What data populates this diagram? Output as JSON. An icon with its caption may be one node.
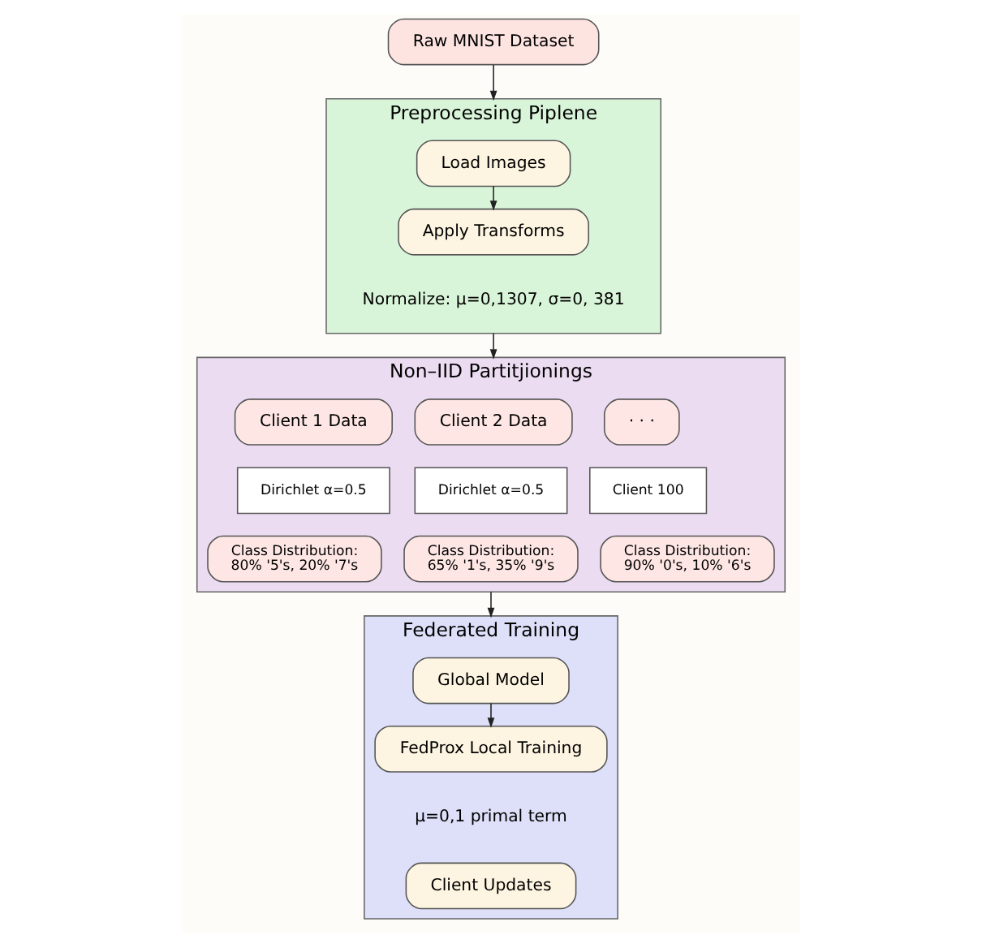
{
  "diagram": {
    "nodes": [
      {
        "text": [
          "Raw MNIST Dataset"
        ]
      },
      {
        "text": [
          "Preprocessing Piplene"
        ]
      },
      {
        "text": [
          "Load Images"
        ],
        "in": 1
      },
      {
        "text": [
          "Apply Transforms"
        ],
        "in": 1,
        "beside": [
          "Normalize: μ=0,1307, σ=0, 381"
        ]
      },
      {
        "text": [
          "Non–IID Partitjionings"
        ]
      },
      {
        "text": [
          "Client 1 Data"
        ],
        "in": 4
      },
      {
        "text": [
          "Client 2 Data"
        ],
        "in": 4
      },
      {
        "text": [
          "· · ·"
        ],
        "in": 4
      },
      {
        "text": [
          "Dirichlet α=0.5"
        ],
        "in": 4
      },
      {
        "text": [
          "Dirichlet α=0.5"
        ],
        "in": 4
      },
      {
        "text": [
          "Client 100"
        ],
        "in": 4
      },
      {
        "text": [
          "Class Distribution:",
          "80% '5's, 20% '7's"
        ],
        "in": 4
      },
      {
        "text": [
          "Class Distribution:",
          "65% '1's, 35% '9's"
        ],
        "in": 4
      },
      {
        "text": [
          "Class Distribution:",
          "90% '0's, 10% '6's"
        ],
        "in": 4
      },
      {
        "text": [
          "Federated Training"
        ]
      },
      {
        "text": [
          "Global Model"
        ],
        "in": 14
      },
      {
        "text": [
          "FedProx Local Training"
        ],
        "in": 14,
        "beside": [
          "μ=0,1 primal term"
        ]
      },
      {
        "text": [
          "Client Updates"
        ],
        "in": 14
      }
    ],
    "edges": [
      {
        "from": 0,
        "to": 1,
        "arrow": "to"
      },
      {
        "from": 2,
        "to": 3,
        "arrow": "to"
      },
      {
        "from": 1,
        "to": 4,
        "arrow": "to"
      },
      {
        "from": 4,
        "to": 14,
        "arrow": "to"
      },
      {
        "from": 15,
        "to": 16,
        "arrow": "to"
      }
    ]
  }
}
